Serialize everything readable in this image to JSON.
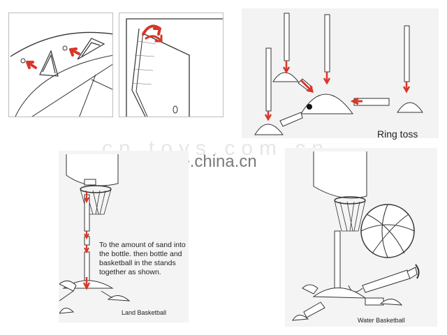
{
  "captions": {
    "ring_toss": "Ring toss",
    "land_basketball": "Land Basketball",
    "water_basketball": "Water Basketball"
  },
  "instructions": "To the amount of sand into the bottle. then bottle and basketball in the stands together as shown.",
  "watermark": {
    "main": "trade.china.cn",
    "faint": "cn.toys.com.cn"
  },
  "colors": {
    "arrow_red": "#d8362a",
    "line_dark": "#333333",
    "panel_gray": "#f3f3f3"
  },
  "icons": [
    "red-arrow-icon",
    "basketball-icon",
    "air-pump-icon",
    "hoop-net-icon"
  ]
}
